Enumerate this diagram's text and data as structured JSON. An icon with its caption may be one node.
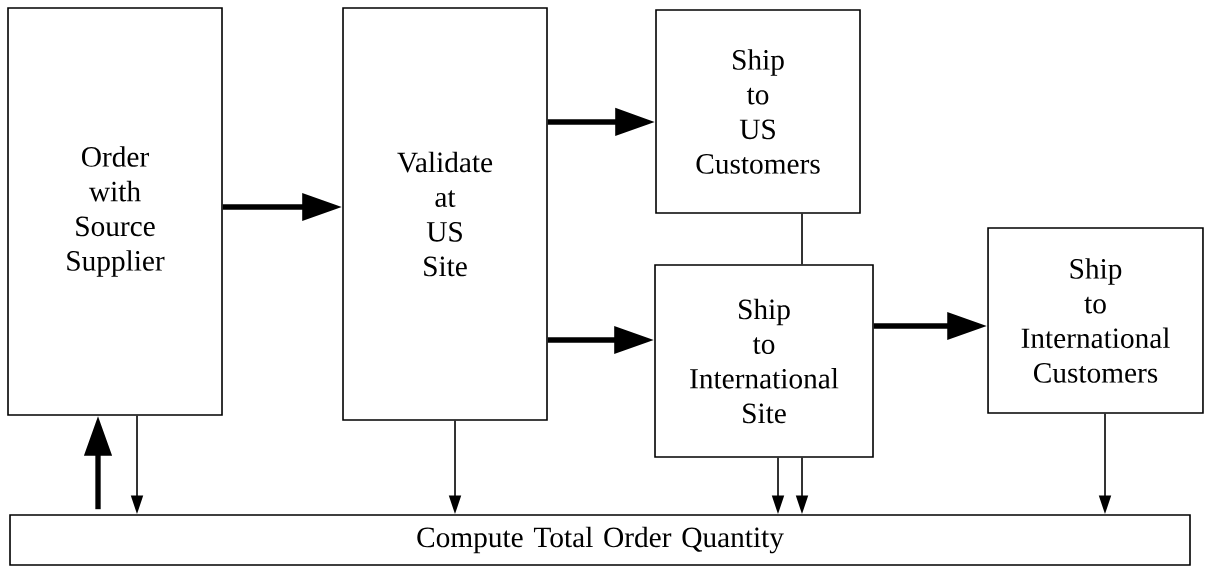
{
  "diagram": {
    "nodes": [
      {
        "text": [
          "Order with Source Supplier"
        ]
      },
      {
        "text": [
          "Validate at US Site"
        ]
      },
      {
        "text": [
          "Ship to US Customers"
        ]
      },
      {
        "text": [
          "Ship to International Site"
        ]
      },
      {
        "text": [
          "Ship to International Customers"
        ]
      },
      {
        "text": [
          "Compute Total Order Quantity"
        ]
      }
    ],
    "edges": [
      {
        "from": 0,
        "to": 1,
        "arrow": "to",
        "style": "thick"
      },
      {
        "from": 1,
        "to": 2,
        "arrow": "to",
        "style": "thick"
      },
      {
        "from": 1,
        "to": 3,
        "arrow": "to",
        "style": "thick"
      },
      {
        "from": 2,
        "to": 3,
        "arrow": "none"
      },
      {
        "from": 3,
        "to": 4,
        "arrow": "to",
        "style": "thick"
      },
      {
        "from": 5,
        "to": 0,
        "arrow": "to",
        "style": "thick"
      },
      {
        "from": 0,
        "to": 5,
        "arrow": "to"
      },
      {
        "from": 1,
        "to": 5,
        "arrow": "to"
      },
      {
        "from": 3,
        "to": 5,
        "arrow": "to"
      },
      {
        "from": 3,
        "to": 5,
        "arrow": "to"
      },
      {
        "from": 4,
        "to": 5,
        "arrow": "to"
      }
    ]
  }
}
